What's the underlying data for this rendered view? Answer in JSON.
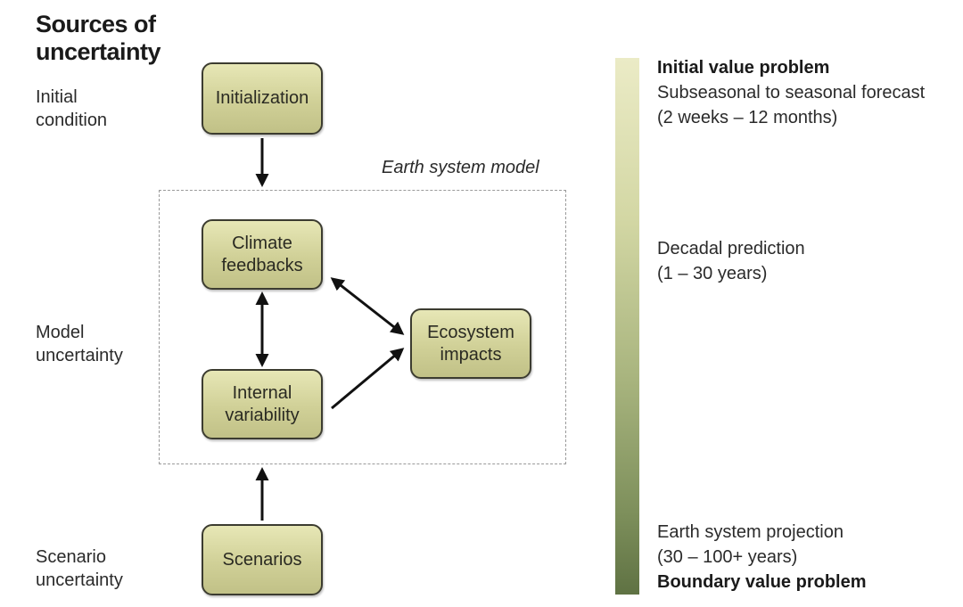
{
  "heading": "Sources of uncertainty",
  "sources": {
    "initial": "Initial\ncondition",
    "model": "Model\nuncertainty",
    "scenario": "Scenario\nuncertainty"
  },
  "earth_system_model_label": "Earth system model",
  "nodes": {
    "initialization": "Initialization",
    "climate_feedbacks": "Climate\nfeedbacks",
    "internal_variability": "Internal\nvariability",
    "ecosystem_impacts": "Ecosystem\nimpacts",
    "scenarios": "Scenarios"
  },
  "timeline": {
    "top_bold": "Initial value problem",
    "top_line1": "Subseasonal to seasonal forecast",
    "top_line2": "(2 weeks – 12 months)",
    "mid_line1": "Decadal prediction",
    "mid_line2": "(1 – 30 years)",
    "bot_line1": "Earth system projection",
    "bot_line2": "(30 – 100+ years)",
    "bot_bold": "Boundary value problem"
  },
  "colors": {
    "box_fill_light": "#e7e7b6",
    "box_fill_dark": "#c1c187",
    "gradient_top": "#ebebc6",
    "gradient_bottom": "#5f7243"
  }
}
